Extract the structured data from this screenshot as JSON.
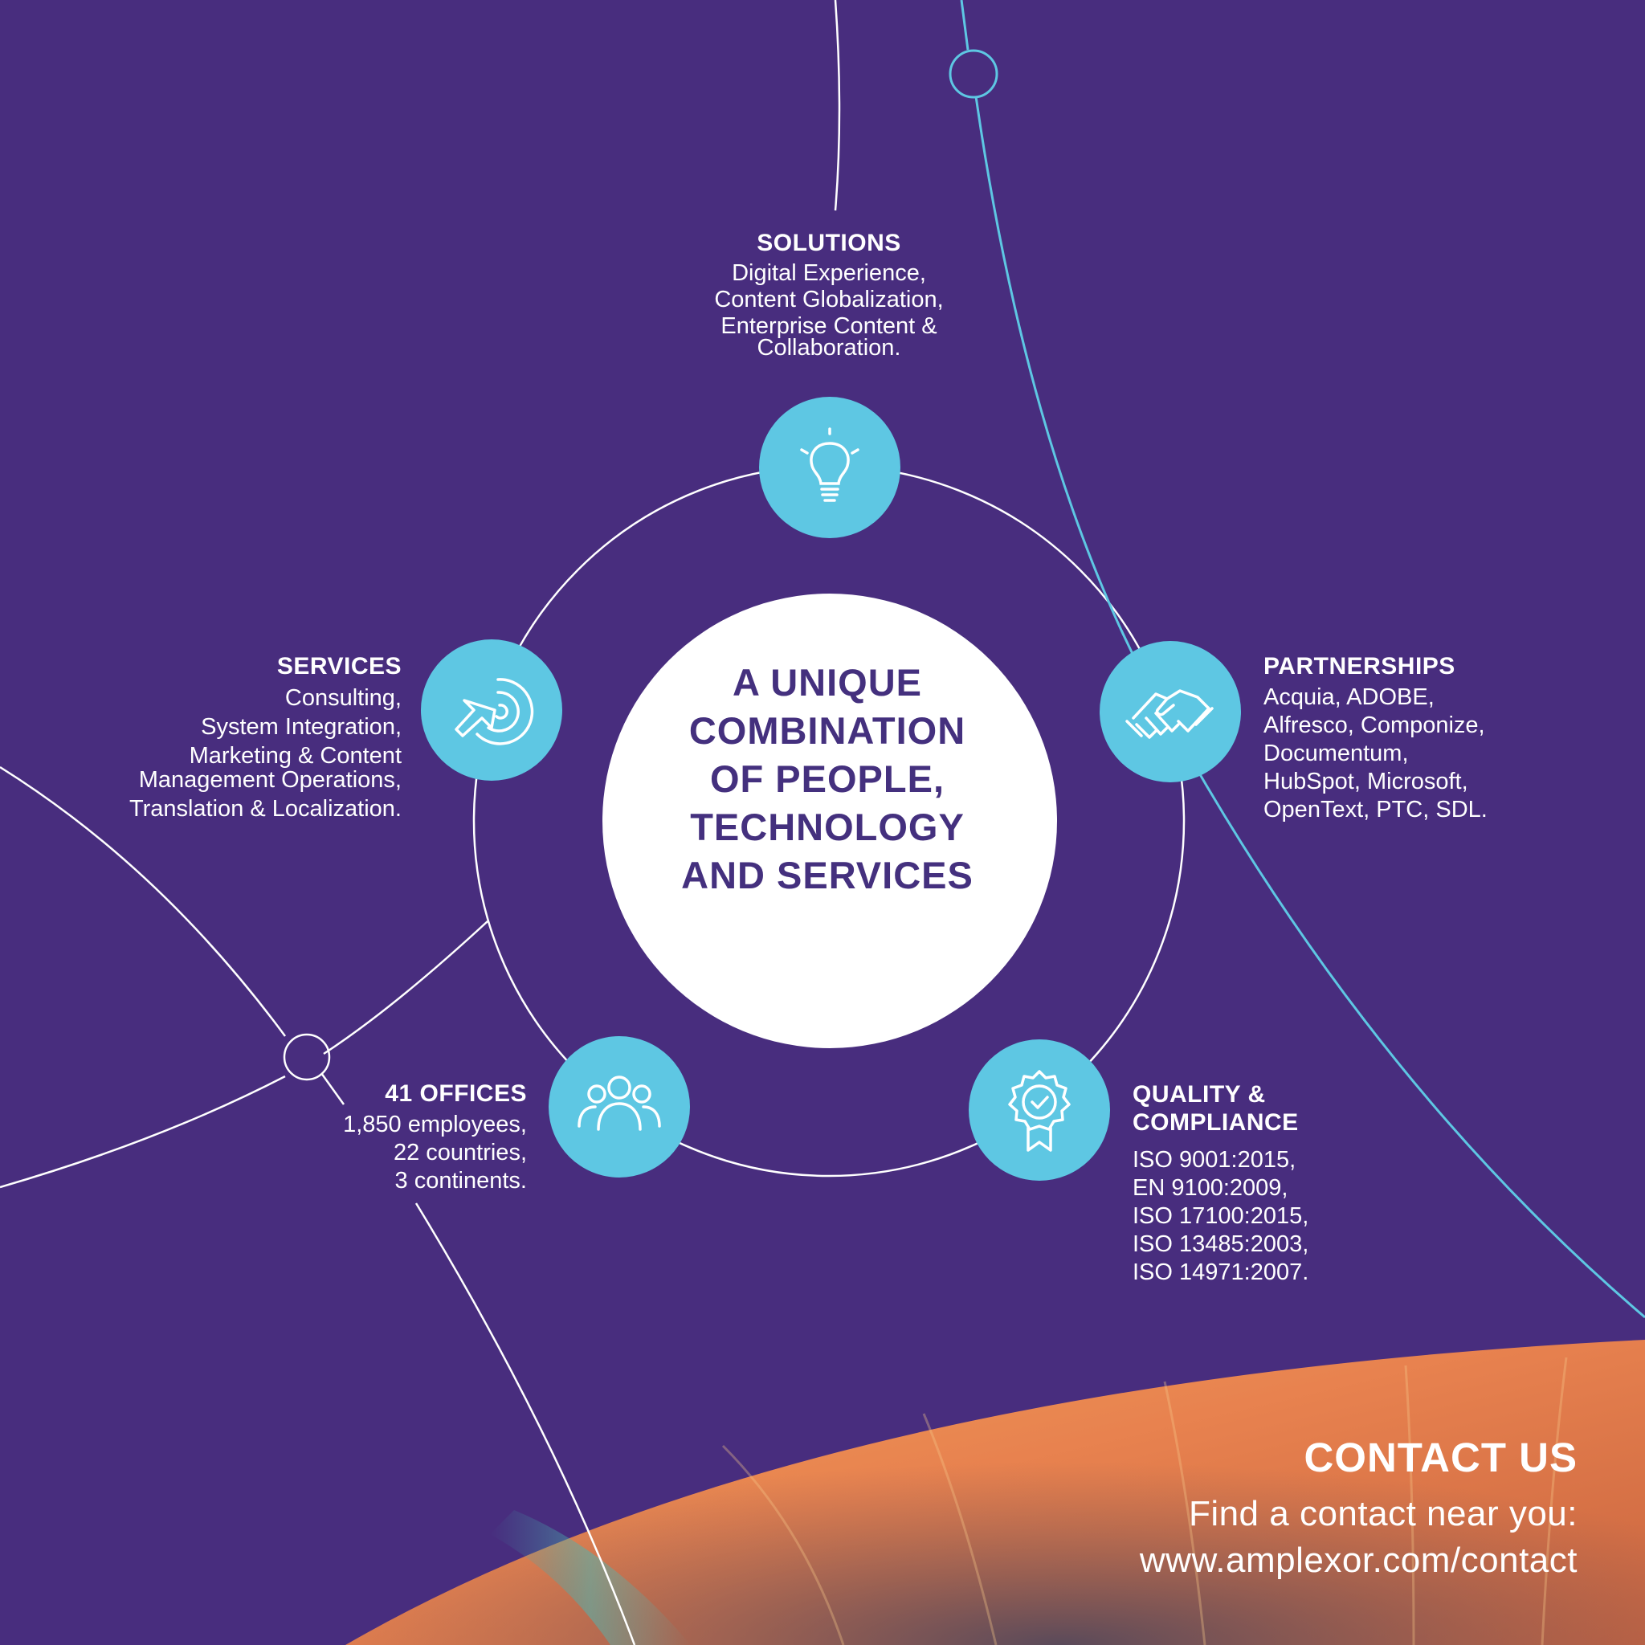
{
  "center": {
    "lines": [
      "A UNIQUE",
      "COMBINATION",
      "OF PEOPLE,",
      "TECHNOLOGY",
      "AND SERVICES"
    ]
  },
  "solutions": {
    "heading": "SOLUTIONS",
    "lines": [
      "Digital Experience,",
      "Content Globalization,",
      "Enterprise Content &",
      "Collaboration."
    ],
    "icon": "lightbulb-icon"
  },
  "services": {
    "heading": "SERVICES",
    "lines": [
      "Consulting,",
      "System Integration,",
      "Marketing & Content",
      "Management Operations,",
      "Translation & Localization."
    ],
    "icon": "target-cursor-icon"
  },
  "partnerships": {
    "heading": "PARTNERSHIPS",
    "lines": [
      "Acquia, ADOBE,",
      "Alfresco, Componize,",
      "Documentum,",
      "HubSpot, Microsoft,",
      "OpenText, PTC, SDL."
    ],
    "icon": "handshake-icon"
  },
  "offices": {
    "heading": "41 OFFICES",
    "lines": [
      "1,850 employees,",
      "22 countries,",
      "3 continents."
    ],
    "icon": "people-group-icon"
  },
  "quality": {
    "heading_lines": [
      "QUALITY &",
      "COMPLIANCE"
    ],
    "lines": [
      "ISO 9001:2015,",
      "EN 9100:2009,",
      "ISO 17100:2015,",
      "ISO 13485:2003,",
      "ISO 14971:2007."
    ],
    "icon": "award-badge-icon"
  },
  "contact": {
    "title": "CONTACT US",
    "line1": "Find a contact near you:",
    "url": "www.amplexor.com/contact"
  },
  "colors": {
    "background": "#482d7e",
    "accent": "#5ec7e3",
    "center_text": "#44307e",
    "text": "#ffffff"
  }
}
